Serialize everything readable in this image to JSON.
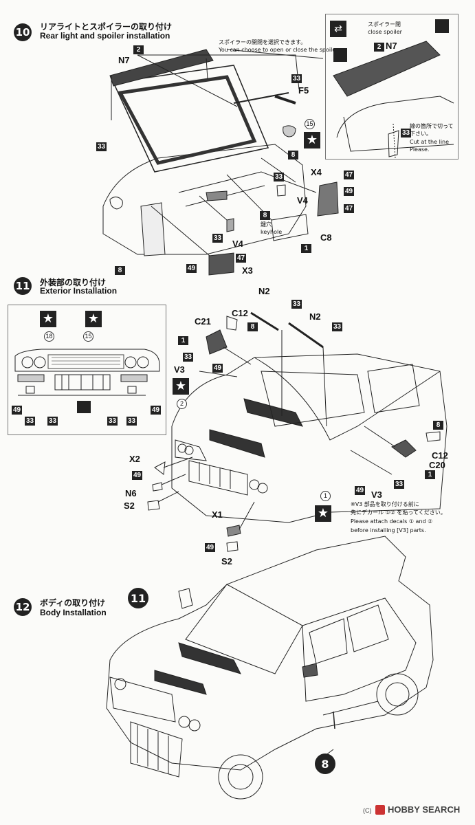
{
  "steps": [
    {
      "num": "10",
      "title_jp": "リアライトとスポイラーの取り付け",
      "title_en": "Rear light and spoiler installation"
    },
    {
      "num": "11",
      "title_jp": "外装部の取り付け",
      "title_en": "Exterior Installation"
    },
    {
      "num": "12",
      "title_jp": "ボディの取り付け",
      "title_en": "Body Installation"
    }
  ],
  "step10": {
    "spoiler_note_jp": "スポイラーの開閉を選択できます。",
    "spoiler_note_en": "You can choose to open or close the spoiler.",
    "close_spoiler_jp": "スポイラー閉",
    "close_spoiler_en": "close spoiler",
    "cut_note_jp_1": "線の箇所で切って",
    "cut_note_jp_2": "下さい。",
    "cut_note_en_1": "Cut at the line",
    "cut_note_en_2": "Please.",
    "keyhole_jp": "鍵穴",
    "keyhole_en": "keyhole",
    "labels": {
      "n7": "N7",
      "n7b": "N7",
      "f5": "F5",
      "x4": "X4",
      "v4a": "V4",
      "v4b": "V4",
      "c8": "C8",
      "x3": "X3"
    },
    "parts": {
      "p2a": "2",
      "p2b": "2",
      "p33a": "33",
      "p33b": "33",
      "p33c": "33",
      "p33d": "33",
      "p8a": "8",
      "p8b": "8",
      "p8c": "8",
      "p47a": "47",
      "p49a": "49",
      "p47b": "47",
      "p1": "1",
      "p49b": "49",
      "p47c": "47"
    },
    "circ15": "15"
  },
  "step11": {
    "labels": {
      "n2a": "N2",
      "n2b": "N2",
      "c21": "C21",
      "c12a": "C12",
      "v3a": "V3",
      "x2": "X2",
      "n6": "N6",
      "s2a": "S2",
      "x1": "X1",
      "s2b": "S2",
      "c12b": "C12",
      "c20": "C20",
      "v3b": "V3"
    },
    "parts": {
      "p33a": "33",
      "p33b": "33",
      "p8a": "8",
      "p1a": "1",
      "p33c": "33",
      "p49a": "49",
      "p49b": "49",
      "p49c": "49",
      "p8b": "8",
      "p1b": "1",
      "p33d": "33",
      "p49d": "49",
      "g49a": "49",
      "g33a": "33",
      "g33b": "33",
      "g33c": "33",
      "g33d": "33",
      "g49b": "49"
    },
    "circles": {
      "c18": "18",
      "c15": "15",
      "c2": "2",
      "c1": "1"
    },
    "decal_note_1": "※V3 部品を取り付ける前に",
    "decal_note_2": "先にデカール ①② を貼ってください。",
    "decal_note_3": "Please attach decals ① and ②",
    "decal_note_4": "before installing [V3] parts."
  },
  "step12": {
    "ref11": "11",
    "ref8": "8"
  },
  "footer": {
    "copyright": "(C)",
    "brand": "HOBBY SEARCH"
  }
}
